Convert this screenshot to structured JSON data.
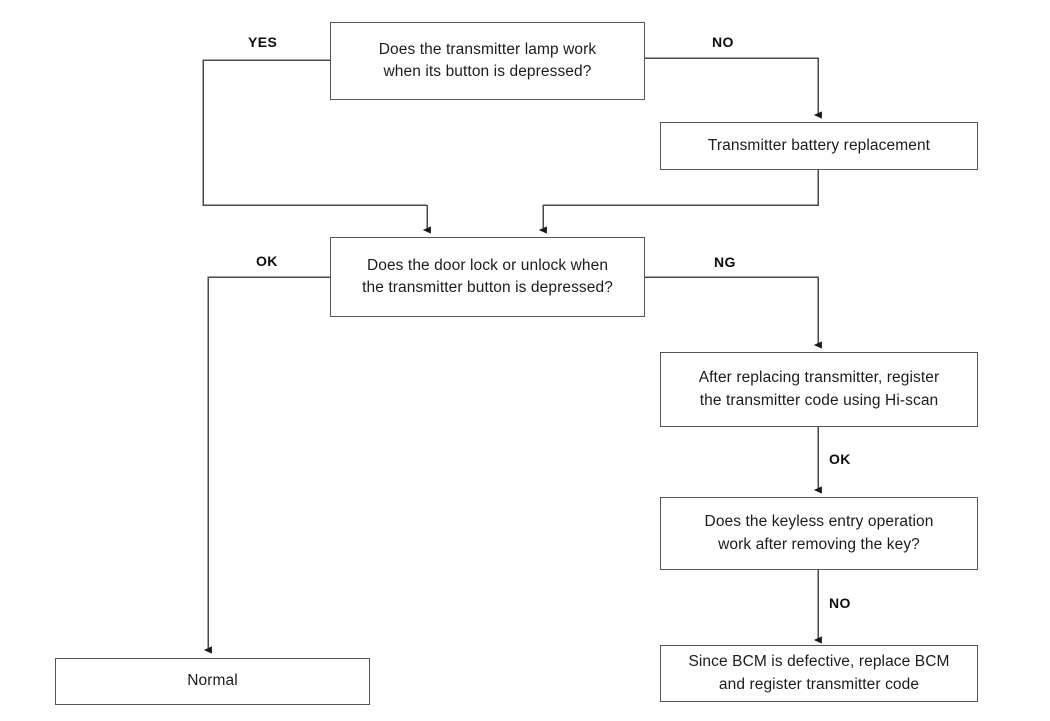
{
  "diagram": {
    "title": "Keyless entry / transmitter troubleshooting flowchart",
    "colors": {
      "box_border": "#565656",
      "line": "#4a4a4a",
      "text": "#1c1c1c",
      "label_text": "#0d0d0d",
      "background": "#ffffff"
    },
    "nodes": [
      {
        "id": "q-transmitter-lamp",
        "type": "decision",
        "text": "Does the transmitter lamp work\nwhen its button is depressed?"
      },
      {
        "id": "battery-replacement",
        "type": "process",
        "text": "Transmitter battery replacement"
      },
      {
        "id": "q-door-lock",
        "type": "decision",
        "text": "Does the door lock or unlock when\nthe transmitter button is depressed?"
      },
      {
        "id": "replace-transmitter",
        "type": "process",
        "text": "After replacing transmitter, register\nthe transmitter code using Hi-scan"
      },
      {
        "id": "q-keyless-entry",
        "type": "decision",
        "text": "Does the keyless entry operation\nwork after removing the key?"
      },
      {
        "id": "replace-bcm",
        "type": "process",
        "text": "Since BCM is defective, replace BCM\nand register transmitter code"
      },
      {
        "id": "normal",
        "type": "terminal",
        "text": "Normal"
      }
    ],
    "edge_labels": [
      {
        "id": "label-yes",
        "text": "YES"
      },
      {
        "id": "label-no-1",
        "text": "NO"
      },
      {
        "id": "label-ok-1",
        "text": "OK"
      },
      {
        "id": "label-ng",
        "text": "NG"
      },
      {
        "id": "label-ok-2",
        "text": "OK"
      },
      {
        "id": "label-no-2",
        "text": "NO"
      }
    ]
  }
}
